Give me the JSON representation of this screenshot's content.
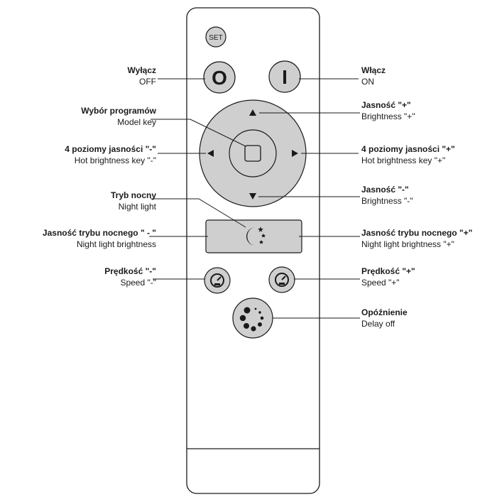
{
  "remote": {
    "set_label": "SET",
    "off_symbol": "O",
    "on_symbol": "I"
  },
  "labels": {
    "off": {
      "pl": "Wyłącz",
      "en": "OFF"
    },
    "on": {
      "pl": "Włącz",
      "en": "ON"
    },
    "model": {
      "pl": "Wybór programów",
      "en": "Model key"
    },
    "bright_up": {
      "pl": "Jasność \"+\"",
      "en": "Brightness \"+\""
    },
    "hot_minus": {
      "pl": "4 poziomy jasności \"-\"",
      "en": "Hot brightness key \"-\""
    },
    "hot_plus": {
      "pl": "4 poziomy jasności \"+\"",
      "en": "Hot brightness key \"+\""
    },
    "night": {
      "pl": "Tryb nocny",
      "en": "Night light"
    },
    "bright_down": {
      "pl": "Jasność \"-\"",
      "en": "Brightness \"-\""
    },
    "night_minus": {
      "pl": "Jasność trybu nocnego \" - \"",
      "en": "Night light brightness"
    },
    "night_plus": {
      "pl": "Jasność trybu nocnego \"+\"",
      "en": "Night light brightness \"+\""
    },
    "speed_minus": {
      "pl": "Prędkość \"-\"",
      "en": "Speed \"-\""
    },
    "speed_plus": {
      "pl": "Prędkość \"+\"",
      "en": "Speed \"+\""
    },
    "delay": {
      "pl": "Opóźnienie",
      "en": "Delay off"
    }
  },
  "icons": {
    "night": "moon-stars-icon",
    "speed": "speedometer-icon",
    "delay": "spinner-dots-icon"
  },
  "colors": {
    "button_fill": "#cfcfcf",
    "stroke": "#1a1a1a",
    "body": "#ffffff"
  }
}
